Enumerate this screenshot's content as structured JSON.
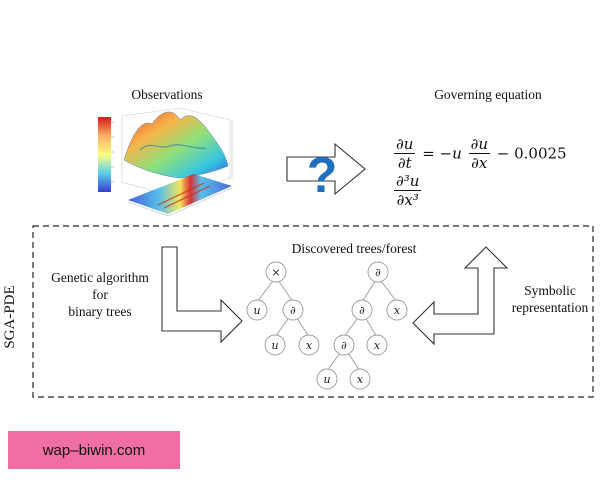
{
  "observations": {
    "title": "Observations"
  },
  "governing": {
    "title": "Governing equation",
    "lhs_num": "∂u",
    "lhs_den": "∂t",
    "eq_sign": "= −u",
    "term1_num": "∂u",
    "term1_den": "∂x",
    "minus_coef": "− 0.0025",
    "term2_num": "∂³u",
    "term2_den": "∂x³"
  },
  "question_mark": "?",
  "genetic_algorithm": {
    "label": "Genetic algorithm\nfor\nbinary trees"
  },
  "symbolic": {
    "label": "Symbolic\nrepresentation"
  },
  "trees": {
    "title": "Discovered trees/forest",
    "tree1": {
      "root": "×",
      "left": "u",
      "right": "∂",
      "rl": "u",
      "rr": "x"
    },
    "tree2": {
      "root": "∂",
      "left": "∂",
      "right": "x",
      "ll": "∂",
      "lr": "x",
      "lll": "u",
      "llr": "x"
    }
  },
  "sga_label": "SGA-PDE",
  "watermark": "wap–biwin.com",
  "colors": {
    "frame": "#222222",
    "node_stroke": "#9a9a9a",
    "qmark": "#1f6fbf",
    "watermark_bg": "#f06fa2"
  }
}
